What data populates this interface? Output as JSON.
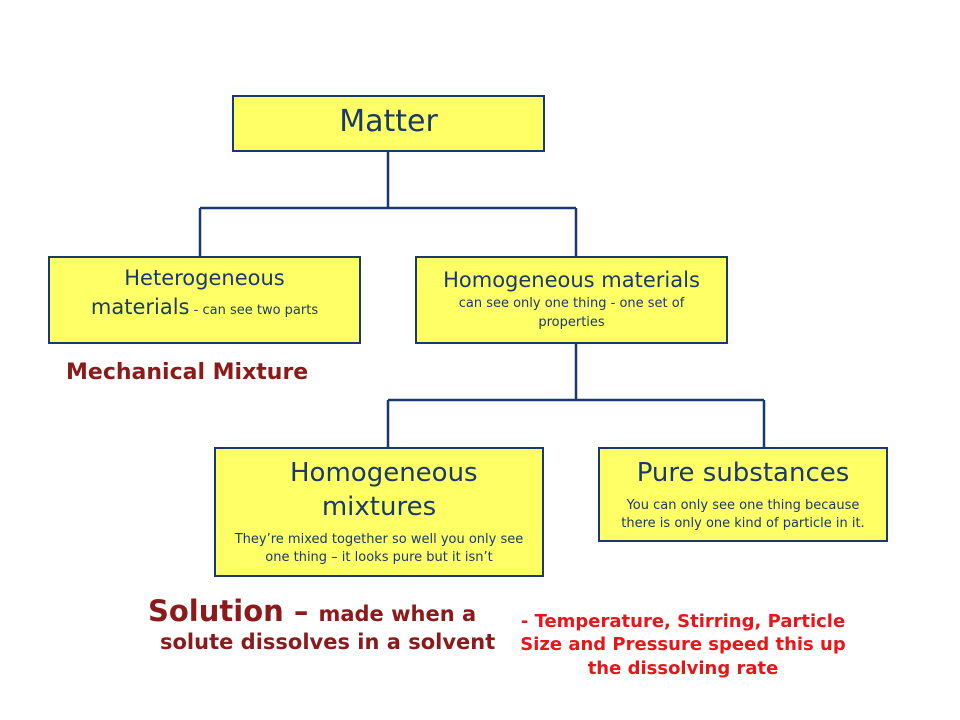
{
  "matter": {
    "title": "Matter"
  },
  "heterogeneous": {
    "title_line1": "Heterogeneous",
    "title_line2": "materials",
    "note": " - can see two parts"
  },
  "homogeneous_materials": {
    "title": "Homogeneous materials",
    "note": "can see only one thing - one set of properties"
  },
  "mechanical_mixture": {
    "label": "Mechanical Mixture"
  },
  "homogeneous_mixtures": {
    "title": "Homogeneous mixtures",
    "note": "They’re mixed together so well you only see one thing – it looks pure but it isn’t"
  },
  "pure_substances": {
    "title": "Pure substances",
    "note": "You can only see one thing because there is only one kind of particle in it."
  },
  "solution": {
    "term": "Solution – ",
    "def_part1": "made when a",
    "def_part2": "solute dissolves in a solvent"
  },
  "dissolving_note": {
    "text": "- Temperature, Stirring, Particle Size and Pressure speed this up the dissolving rate"
  },
  "colors": {
    "box_fill": "#ffff66",
    "box_text": "#1a3a6b",
    "dark_red": "#8b1a1a",
    "red": "#e8161a"
  }
}
